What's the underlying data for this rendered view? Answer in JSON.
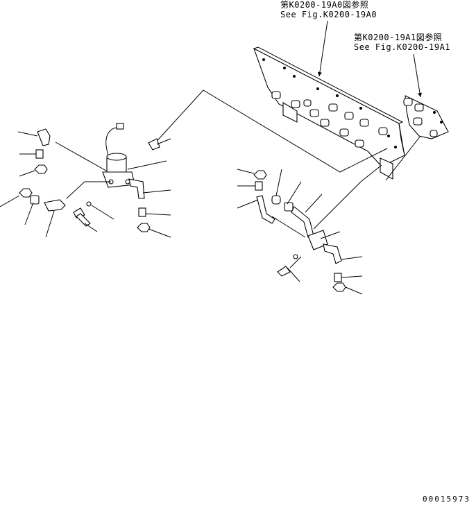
{
  "references": [
    {
      "japanese": "第K0200-19A0図参照",
      "english": "See Fig.K0200-19A0"
    },
    {
      "japanese": "第K0200-19A1図参照",
      "english": "See Fig.K0200-19A1"
    }
  ],
  "drawing_number": "00015973"
}
